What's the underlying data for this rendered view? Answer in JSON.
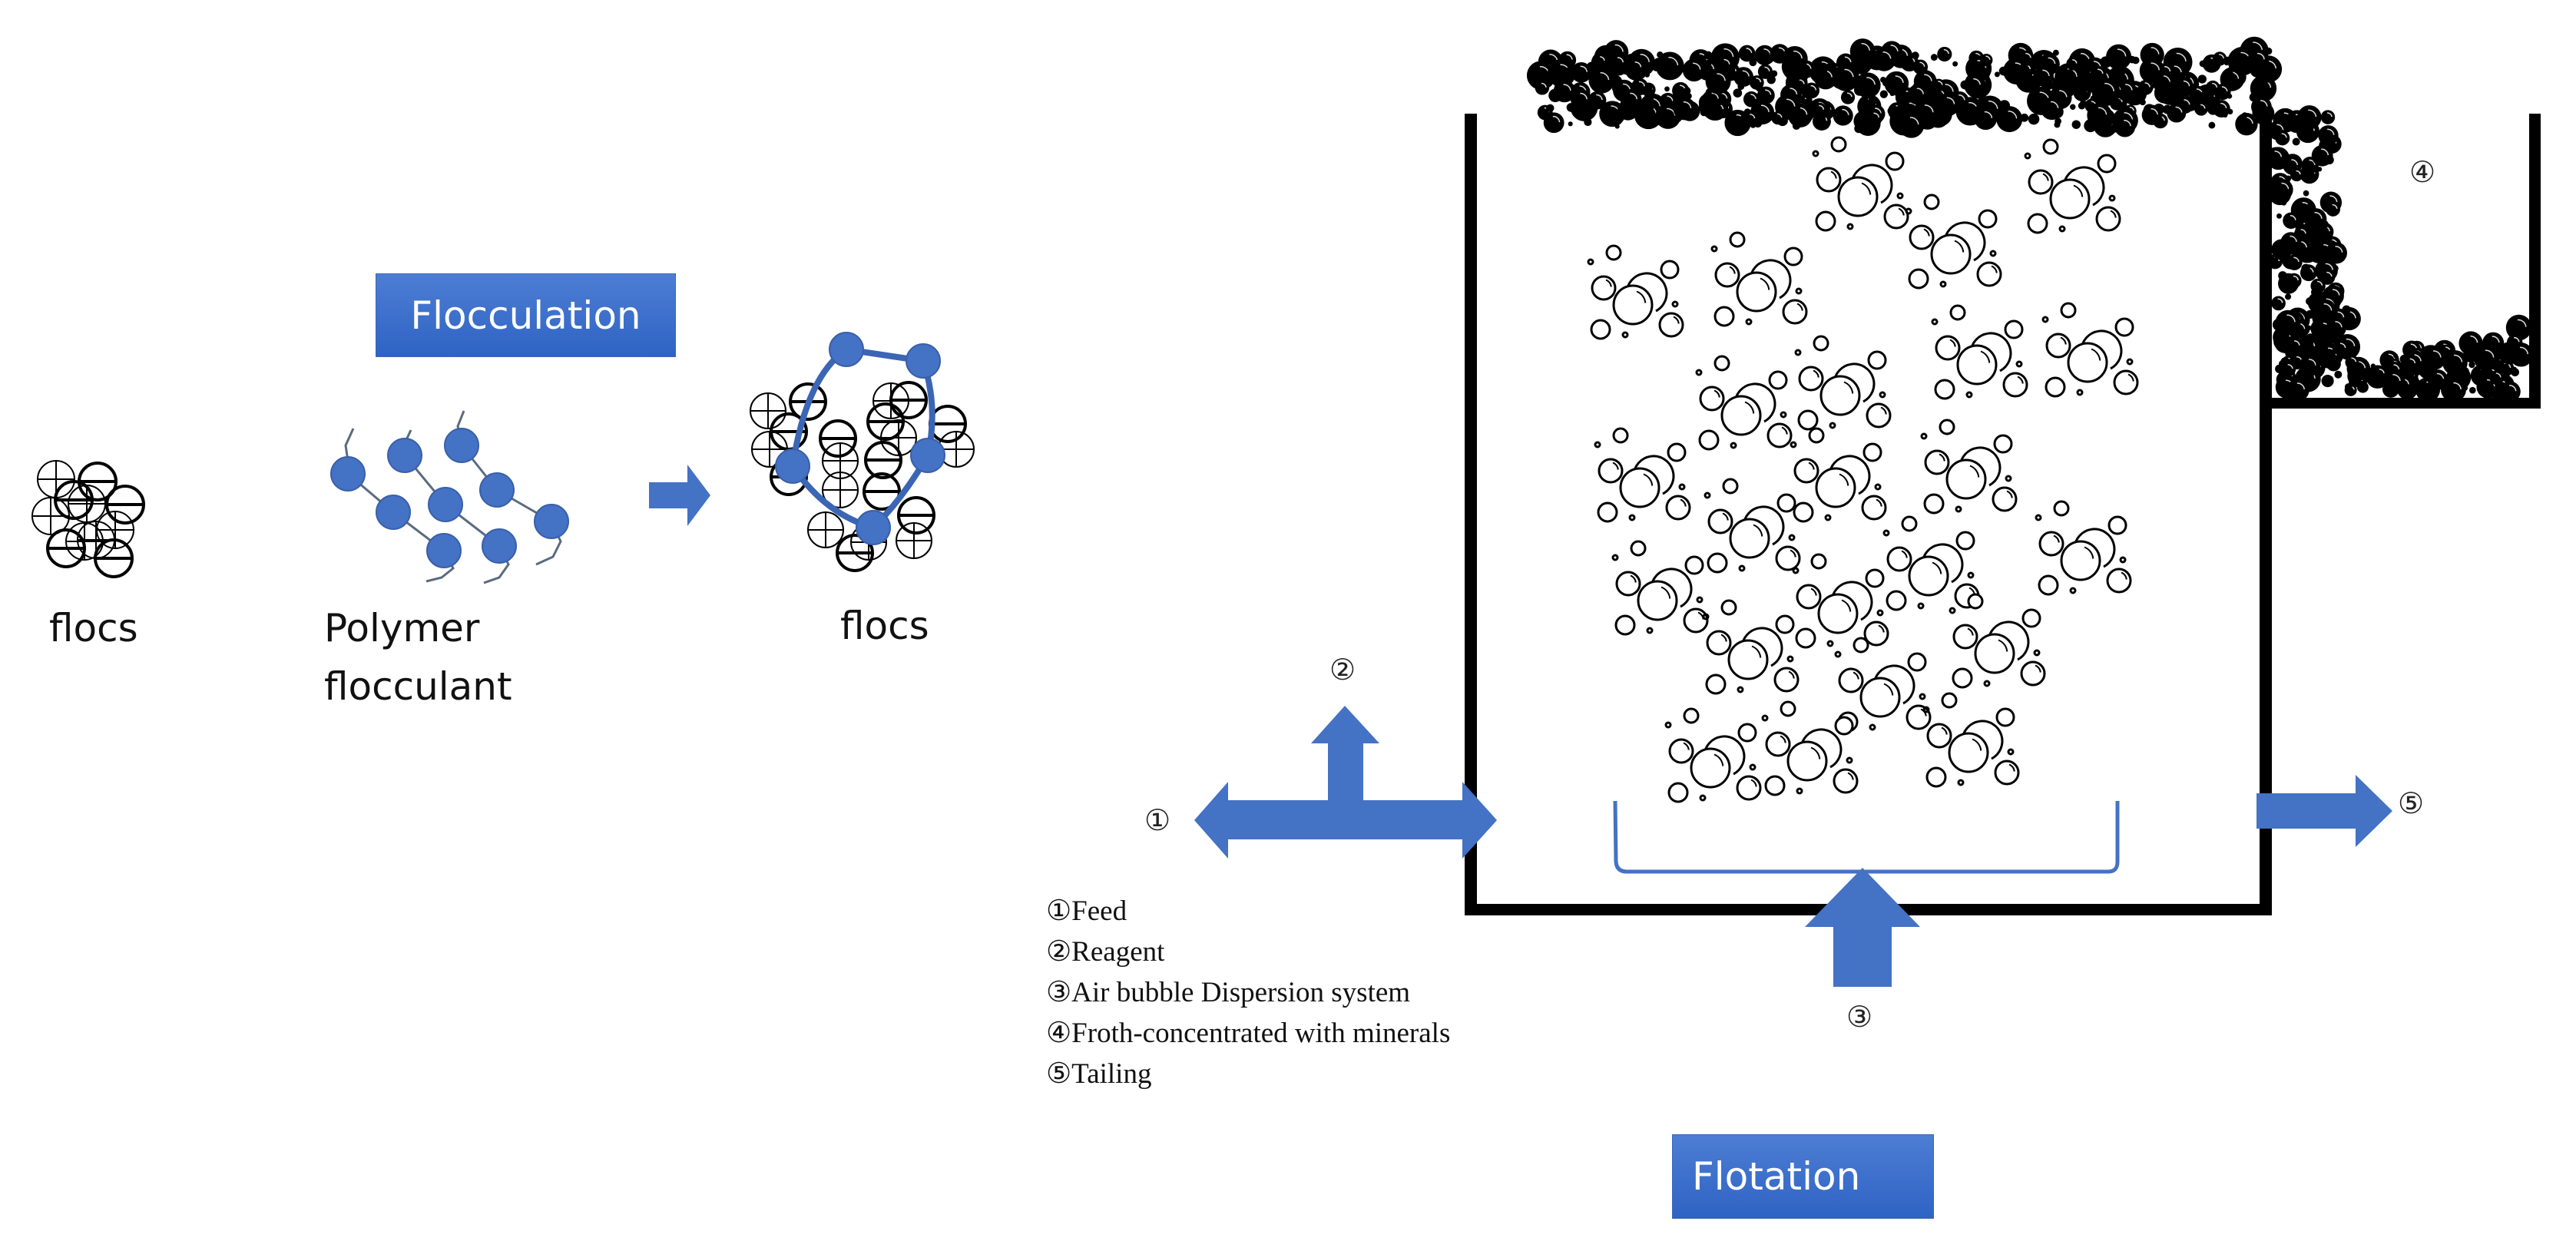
{
  "flocculation": {
    "title": "Flocculation",
    "initial_flocs_label": "flocs",
    "polymer_label_line1": "Polymer",
    "polymer_label_line2": "flocculant",
    "result_flocs_label": "flocs",
    "icons": {
      "process_arrow": "right-arrow-icon",
      "positive_particle": "circled-plus-icon",
      "negative_particle": "circled-minus-icon",
      "polymer_bead": "filled-circle-icon"
    }
  },
  "flotation": {
    "title": "Flotation",
    "markers": {
      "feed": "①",
      "reagent": "②",
      "air": "③",
      "froth": "④",
      "tailing": "⑤"
    },
    "legend": [
      {
        "marker": "①",
        "text": "Feed"
      },
      {
        "marker": "②",
        "text": "Reagent"
      },
      {
        "marker": "③",
        "text": "Air bubble Dispersion system"
      },
      {
        "marker": "④",
        "text": "Froth-concentrated with minerals"
      },
      {
        "marker": "⑤",
        "text": "Tailing"
      }
    ]
  },
  "colors": {
    "accent_blue": "#4472c4",
    "title_box_blue": "#3a6bc9",
    "ink": "#000000",
    "background": "#ffffff"
  }
}
